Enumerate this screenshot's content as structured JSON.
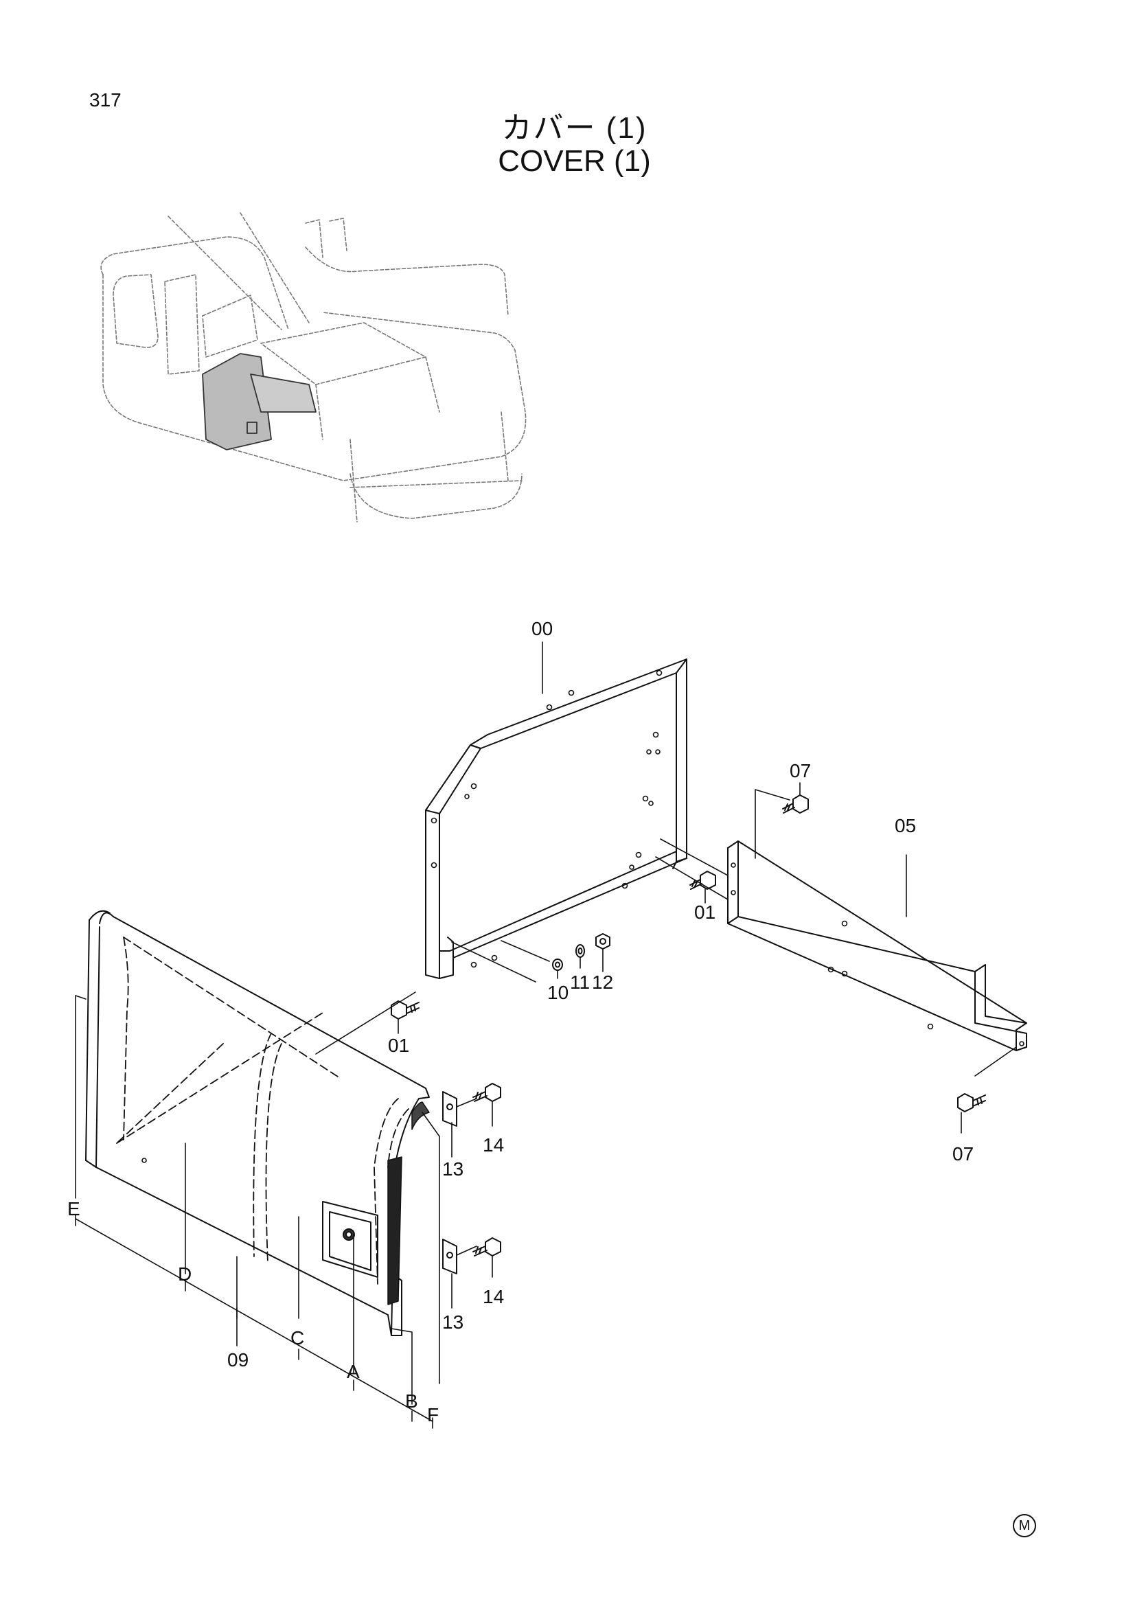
{
  "page": {
    "number": "317"
  },
  "title": {
    "japanese": "カバー (1)",
    "english": "COVER (1)"
  },
  "callouts": {
    "c00": "00",
    "c05": "05",
    "c07_top": "07",
    "c07_bottom": "07",
    "c01_right": "01",
    "c01_left": "01",
    "c10": "10",
    "c11": "11",
    "c12": "12",
    "c13_top": "13",
    "c13_bottom": "13",
    "c14_top": "14",
    "c14_bottom": "14",
    "c09": "09",
    "cA": "A",
    "cB": "B",
    "cC": "C",
    "cD": "D",
    "cE": "E",
    "cF": "F"
  },
  "mark": "M",
  "icons": {
    "bolt": "hex-bolt-icon",
    "washer": "washer-icon",
    "nut": "hex-nut-icon"
  }
}
